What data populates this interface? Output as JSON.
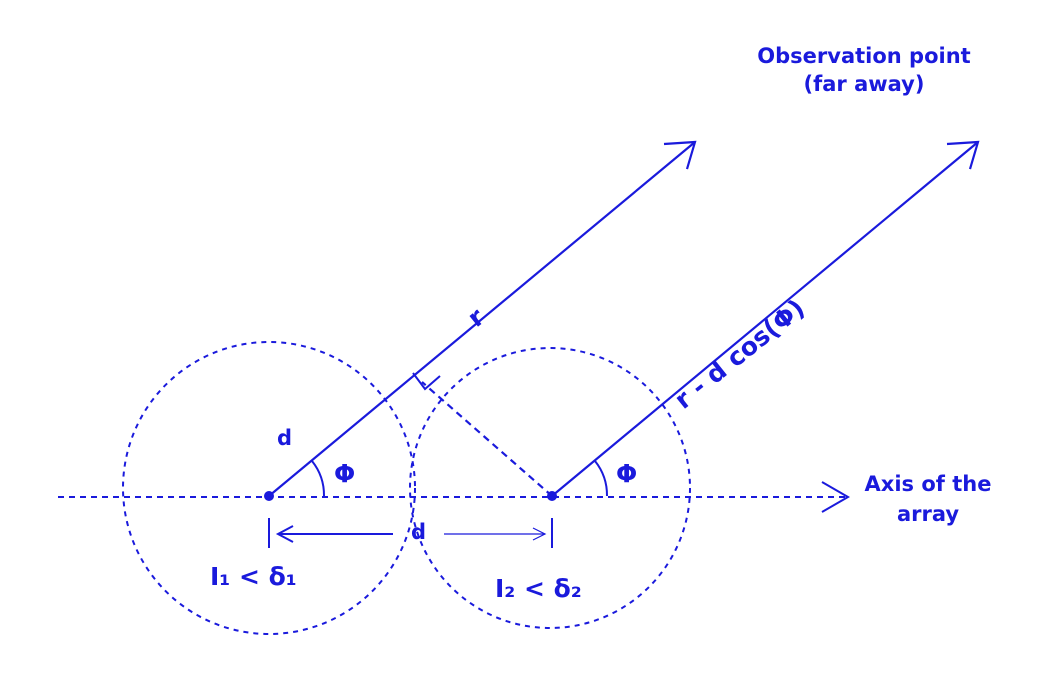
{
  "colors": {
    "primary": "#1a1adc",
    "background": "#ffffff"
  },
  "labels": {
    "observation_line1": "Observation point",
    "observation_line2": "(far away)",
    "distance_r": "r",
    "path_difference": "r - d cos(Φ)",
    "radius_d": "d",
    "angle_left": "Φ",
    "angle_right": "Φ",
    "axis_line1": "Axis of the",
    "axis_line2": "array",
    "separation_d": "d",
    "current_left": "I₁ < δ₁",
    "current_right": "I₂ < δ₂"
  }
}
